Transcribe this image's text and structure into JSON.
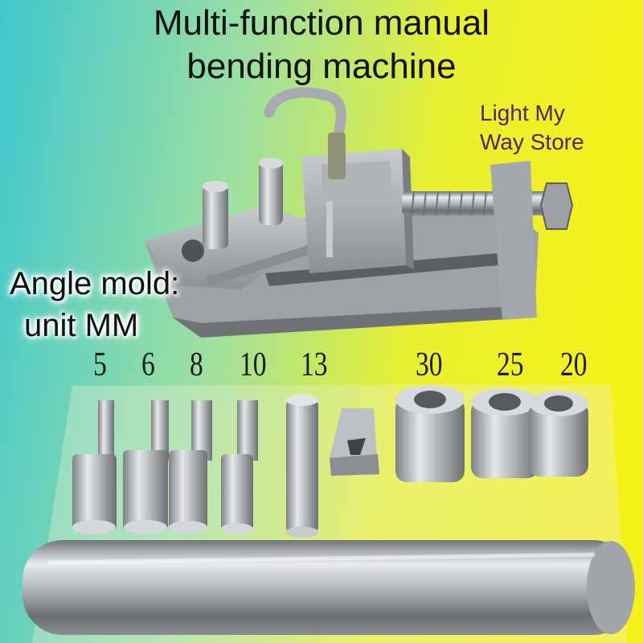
{
  "title": {
    "line1": "Multi-function manual",
    "line2": "bending machine"
  },
  "store": {
    "line1": "Light My",
    "line2": "Way Store"
  },
  "angle_mold": {
    "line1": "Angle mold:",
    "line2": "unit MM"
  },
  "pin_sizes": [
    "5",
    "6",
    "8",
    "10",
    "13"
  ],
  "sleeve_sizes": [
    "30",
    "25",
    "20"
  ],
  "colors": {
    "bg_left": "#3fc7cf",
    "bg_right": "#f5f21a",
    "steel": "#b8bcc0"
  }
}
